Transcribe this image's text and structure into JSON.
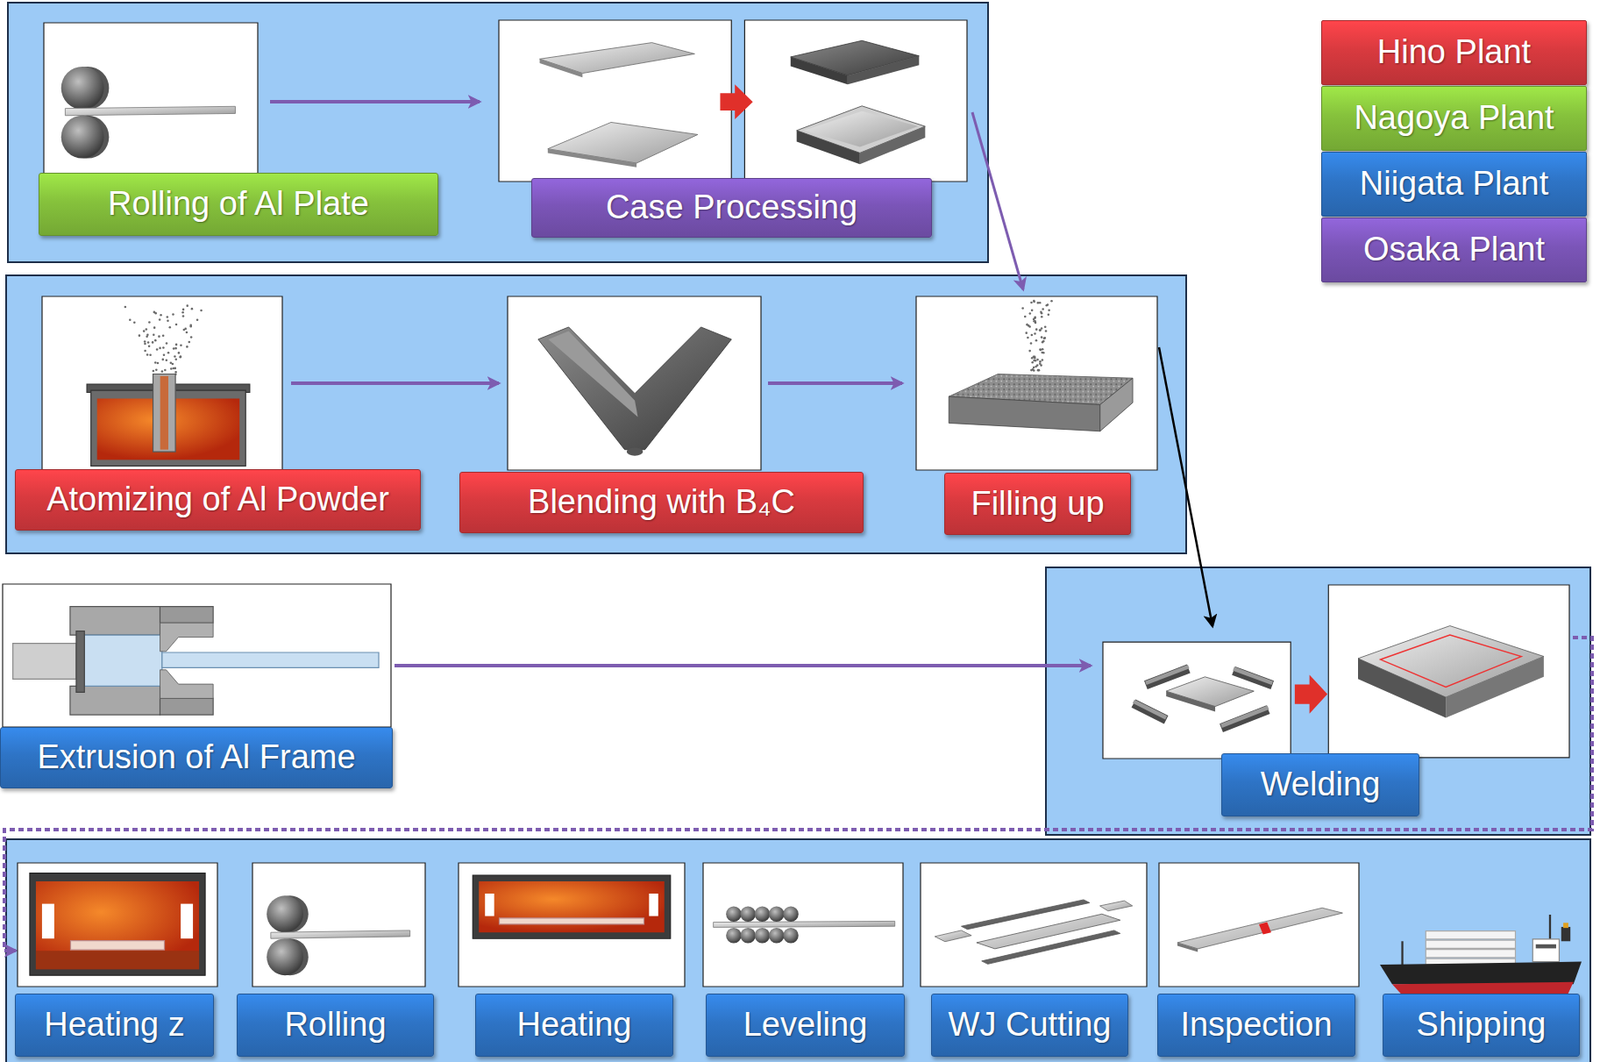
{
  "diagram": {
    "nodes": [
      {
        "text": [
          "Rolling of Al Plate"
        ]
      },
      {
        "text": [
          "Case Processing"
        ]
      },
      {
        "text": [
          "Atomizing of Al Powder"
        ]
      },
      {
        "text": [
          "Blending with B₄C"
        ]
      },
      {
        "text": [
          "Filling up"
        ]
      },
      {
        "text": [
          "Extrusion of Al Frame"
        ]
      },
      {
        "text": [
          "Welding"
        ]
      },
      {
        "text": [
          "Heating z"
        ]
      },
      {
        "text": [
          "Rolling"
        ]
      },
      {
        "text": [
          "Heating"
        ]
      },
      {
        "text": [
          "Leveling"
        ]
      },
      {
        "text": [
          "WJ Cutting"
        ]
      },
      {
        "text": [
          "Inspection"
        ]
      },
      {
        "text": [
          "Shipping"
        ]
      }
    ],
    "edges": [
      {
        "from": 0,
        "to": 1,
        "arrow": "to"
      },
      {
        "from": 1,
        "to": 4,
        "arrow": "to"
      },
      {
        "from": 2,
        "to": 3,
        "arrow": "to"
      },
      {
        "from": 3,
        "to": 4,
        "arrow": "to"
      },
      {
        "from": 4,
        "to": 6,
        "arrow": "to"
      },
      {
        "from": 5,
        "to": 6,
        "arrow": "to"
      },
      {
        "from": 6,
        "to": 7,
        "arrow": "to"
      }
    ],
    "legend": [
      {
        "text": "Hino Plant",
        "color": "#d93a3f"
      },
      {
        "text": "Nagoya Plant",
        "color": "#86c23c"
      },
      {
        "text": "Niigata Plant",
        "color": "#2e74c6"
      },
      {
        "text": "Osaka Plant",
        "color": "#7b55b8"
      }
    ]
  }
}
